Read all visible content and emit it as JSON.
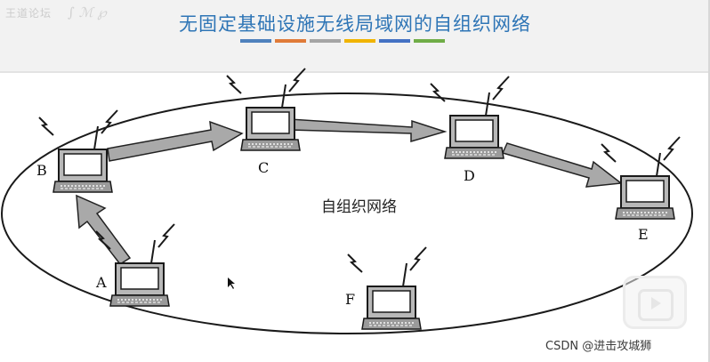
{
  "header": {
    "logo_text": "王道论坛",
    "title": "无固定基础设施无线局域网的自组织网络",
    "stripe_colors": [
      "#4f81bd",
      "#e07b39",
      "#a5a5a5",
      "#f0b400",
      "#4472c4",
      "#70ad47"
    ]
  },
  "diagram": {
    "center_label": "自组织网络",
    "nodes": [
      {
        "id": "A",
        "label": "A"
      },
      {
        "id": "B",
        "label": "B"
      },
      {
        "id": "C",
        "label": "C"
      },
      {
        "id": "D",
        "label": "D"
      },
      {
        "id": "E",
        "label": "E"
      },
      {
        "id": "F",
        "label": "F"
      }
    ],
    "links": [
      {
        "from": "A",
        "to": "B"
      },
      {
        "from": "B",
        "to": "C"
      },
      {
        "from": "C",
        "to": "D"
      },
      {
        "from": "D",
        "to": "E"
      }
    ]
  },
  "overlay": {
    "watermark": "CSDN @进击攻城狮",
    "play_icon": "video-play-icon"
  }
}
